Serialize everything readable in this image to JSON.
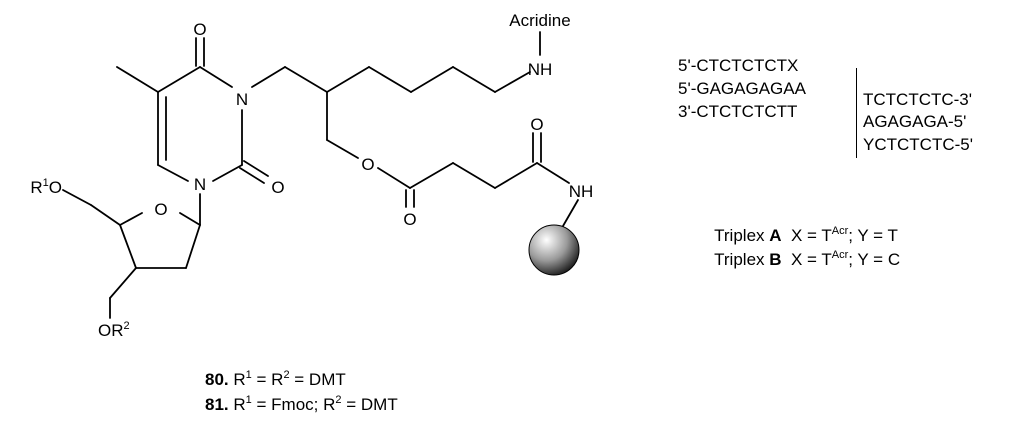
{
  "structure": {
    "atoms": {
      "o_top": "O",
      "n3": "N",
      "n1": "N",
      "o_c2": "O",
      "acridine": "Acridine",
      "nh_acr": "NH",
      "o_ring": "O",
      "o_ester": "O",
      "o_ester_carbonyl": "O",
      "o_amide": "O",
      "nh_amide": "NH",
      "r1o_r": "R",
      "r1o_sup": "1",
      "r1o_o": "O",
      "or2_o": "OR",
      "or2_sup": "2"
    },
    "compounds": [
      {
        "number": "80.",
        "r": "R",
        "s1": "1",
        "mid": " = R",
        "s2": "2",
        "rest": " = DMT"
      },
      {
        "number": "81.",
        "r": "R",
        "s1": "1",
        "mid": " = Fmoc; R",
        "s2": "2",
        "rest": " = DMT"
      }
    ]
  },
  "sequences": {
    "left": [
      "5'-CTCTCTCTX",
      "5'-GAGAGAGAA",
      "3'-CTCTCTCTT"
    ],
    "right": [
      "TCTCTCTC-3'",
      "AGAGAGA-5'",
      "YCTCTCTC-5'"
    ]
  },
  "triplexes": [
    {
      "prefix": "Triplex ",
      "name": "A",
      "x": "  X = T",
      "sup": "Acr",
      "rest": "; Y = T"
    },
    {
      "prefix": "Triplex ",
      "name": "B",
      "x": "  X = T",
      "sup": "Acr",
      "rest": "; Y = C"
    }
  ],
  "colors": {
    "ink": "#000000",
    "bead_light": "#ffffff",
    "bead_dark": "#1a1a1a"
  }
}
